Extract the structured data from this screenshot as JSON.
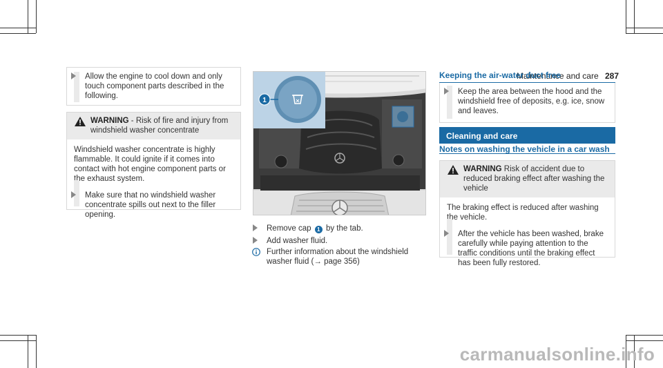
{
  "header": {
    "section": "Maintenance and care",
    "page_number": "287"
  },
  "left_column": {
    "step1": "Allow the engine to cool down and only touch component parts described in the following.",
    "warning": {
      "label": "WARNING",
      "title_text": " - Risk of fire and injury from windshield washer concentrate",
      "body": "Windshield washer concentrate is highly flammable. It could ignite if it comes into contact with hot engine component parts or the exhaust system.",
      "step": "Make sure that no windshield washer concentrate spills out next to the filler opening."
    }
  },
  "middle_column": {
    "photo_callout": "1",
    "step1_before": "Remove cap ",
    "step1_badge": "1",
    "step1_after": " by the tab.",
    "step2": "Add washer fluid.",
    "info": "Further information about the windshield washer fluid (→ page 356)"
  },
  "right_column": {
    "section1_title": "Keeping the air-water duct free",
    "section1_step": "Keep the area between the hood and the windshield free of deposits, e.g. ice, snow and leaves.",
    "bluebar_title": "Cleaning and care",
    "section2_title": "Notes on washing the vehicle in a car wash",
    "warning": {
      "label": "WARNING",
      "title_text": " Risk of accident due to reduced braking effect after washing the vehicle",
      "body": "The braking effect is reduced after washing the vehicle.",
      "step": "After the vehicle has been washed, brake carefully while paying attention to the traffic conditions until the braking effect has been fully restored."
    }
  },
  "watermark": "carmanualsonline.info"
}
